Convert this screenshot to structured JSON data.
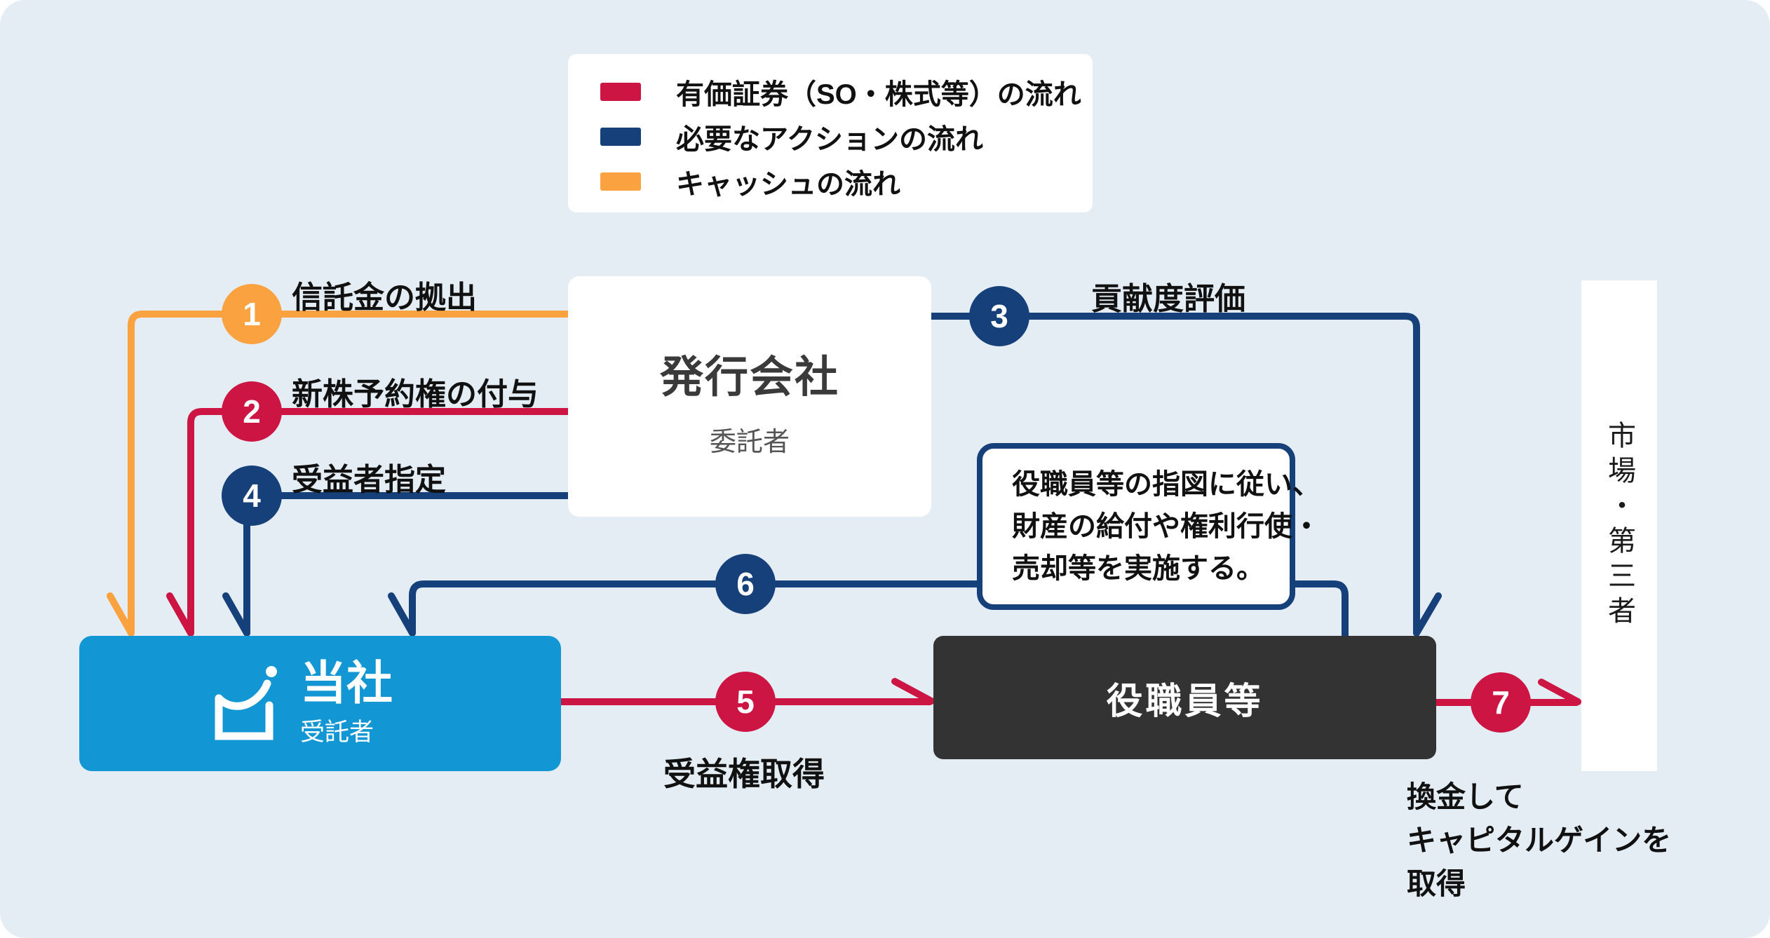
{
  "colors": {
    "background": "#E4EDF3",
    "red": "#CD1543",
    "navy": "#16407A",
    "orange": "#F9A23F",
    "company_blue": "#1297D4",
    "officers_dark": "#333333",
    "panel_white": "#FFFFFF"
  },
  "legend": {
    "items": [
      {
        "swatch": "red",
        "label": "有価証券（SO・株式等）の流れ"
      },
      {
        "swatch": "navy",
        "label": "必要なアクションの流れ"
      },
      {
        "swatch": "orange",
        "label": "キャッシュの流れ"
      }
    ]
  },
  "nodes": {
    "issuer": {
      "title": "発行会社",
      "subtitle": "委託者"
    },
    "company": {
      "title": "当社",
      "subtitle": "受託者"
    },
    "officers": {
      "title": "役職員等"
    },
    "market": {
      "title": "市場・第三者"
    }
  },
  "note": {
    "lines": [
      "役職員等の指図に従い、",
      "財産の給付や権利行使・",
      "売却等を実施する。"
    ]
  },
  "flows": [
    {
      "num": "1",
      "label": "信託金の拠出",
      "color": "orange",
      "type": "キャッシュの流れ"
    },
    {
      "num": "2",
      "label": "新株予約権の付与",
      "color": "red",
      "type": "有価証券の流れ"
    },
    {
      "num": "3",
      "label": "貢献度評価",
      "color": "navy",
      "type": "必要なアクションの流れ"
    },
    {
      "num": "4",
      "label": "受益者指定",
      "color": "navy",
      "type": "必要なアクションの流れ"
    },
    {
      "num": "5",
      "label": "受益権取得",
      "color": "red",
      "type": "有価証券の流れ"
    },
    {
      "num": "6",
      "label": "",
      "color": "navy",
      "type": "必要なアクションの流れ"
    },
    {
      "num": "7",
      "label": "",
      "color": "red",
      "type": "有価証券の流れ"
    }
  ],
  "annotations": {
    "capital_gain": {
      "lines": [
        "換金して",
        "キャピタルゲインを",
        "取得"
      ]
    }
  }
}
